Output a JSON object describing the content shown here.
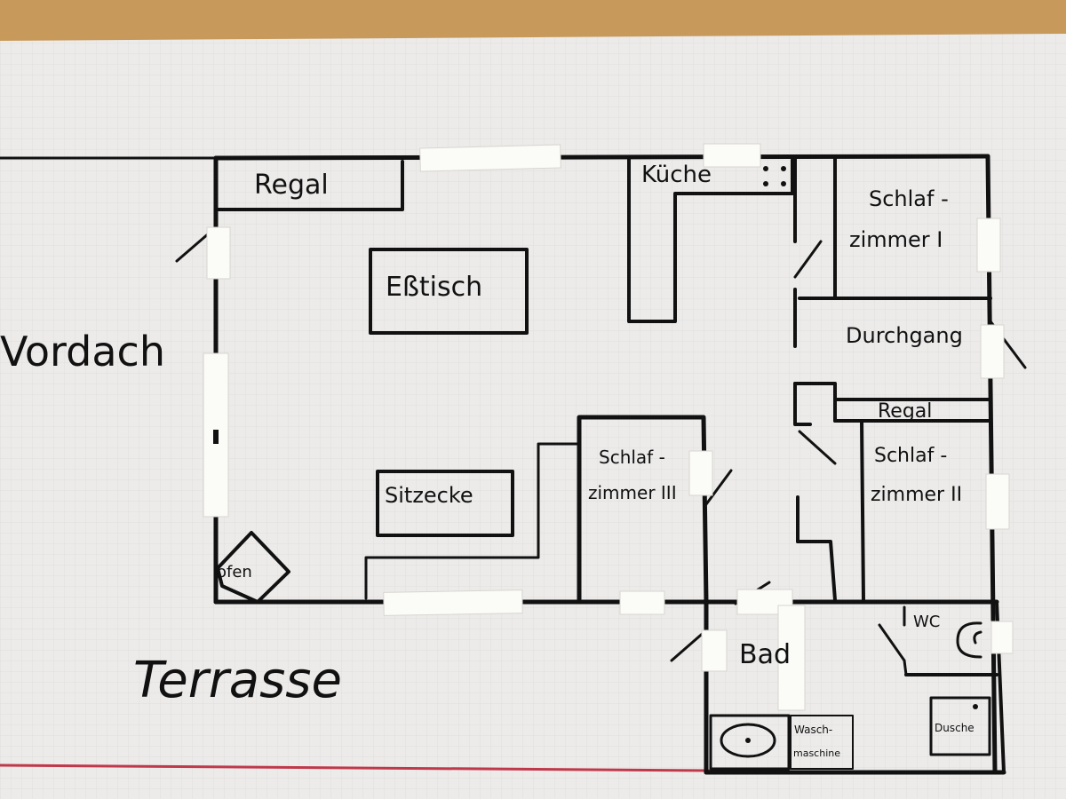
{
  "labels": {
    "regal_top": "Regal",
    "kueche": "Küche",
    "schlafzimmer_1_a": "Schlaf -",
    "schlafzimmer_1_b": "zimmer I",
    "esstisch": "Eßtisch",
    "vordach": "Vordach",
    "durchgang": "Durchgang",
    "regal_mid": "Regal",
    "schlafzimmer_2_a": "Schlaf -",
    "schlafzimmer_2_b": "zimmer II",
    "schlafzimmer_3_a": "Schlaf -",
    "schlafzimmer_3_b": "zimmer III",
    "sitzecke": "Sitzecke",
    "ofen": "ofen",
    "terrasse": "Terrasse",
    "bad": "Bad",
    "wc": "WC",
    "waschmaschine_a": "Wasch-",
    "waschmaschine_b": "maschine",
    "dusche": "Dusche"
  },
  "colors": {
    "table": "#c79a5b",
    "paper": "#ecebea",
    "grid": "#dcdcdc",
    "ink": "#111111",
    "tape": "#fbfbf8",
    "red_line": "#c0394a"
  }
}
